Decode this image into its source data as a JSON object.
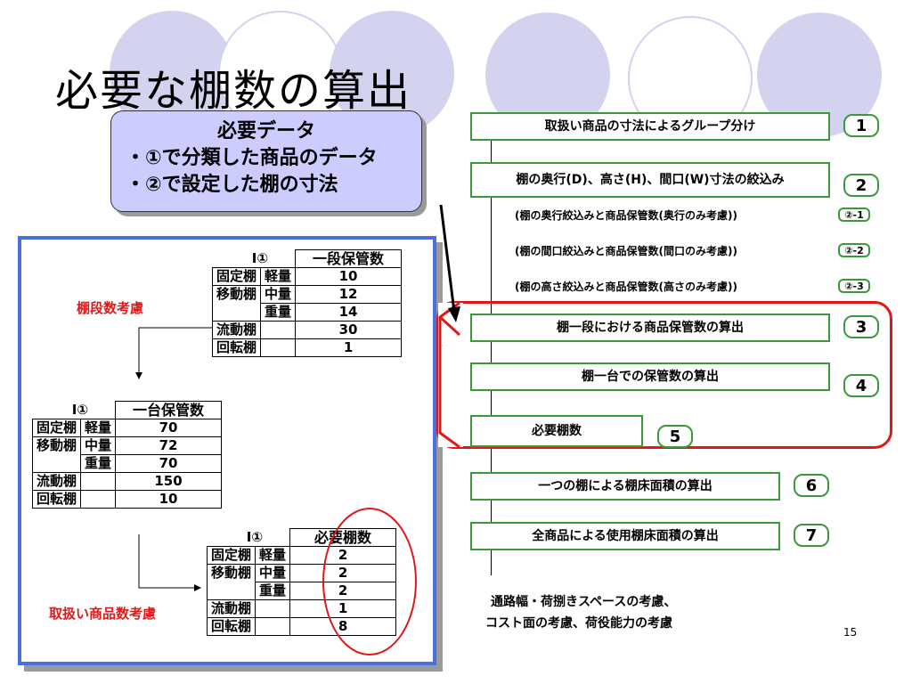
{
  "slide": {
    "title": "必要な棚数の算出",
    "page_number": "15"
  },
  "required_data": {
    "heading": "必要データ",
    "line1": "・①で分類した商品のデータ",
    "line2": "・②で設定した棚の寸法"
  },
  "panel": {
    "label_shelf_levels": "棚段数考慮",
    "label_item_count": "取扱い商品数考慮",
    "table1": {
      "corner": "Ⅰ①",
      "header": "一段保管数",
      "rows": [
        {
          "type": "固定棚",
          "weight": "軽量",
          "value": "10"
        },
        {
          "type": "移動棚",
          "weight": "中量",
          "value": "12"
        },
        {
          "type": "",
          "weight": "重量",
          "value": "14"
        },
        {
          "type": "流動棚",
          "weight": "",
          "value": "30"
        },
        {
          "type": "回転棚",
          "weight": "",
          "value": "1"
        }
      ]
    },
    "table2": {
      "corner": "Ⅰ①",
      "header": "一台保管数",
      "rows": [
        {
          "type": "固定棚",
          "weight": "軽量",
          "value": "70"
        },
        {
          "type": "移動棚",
          "weight": "中量",
          "value": "72"
        },
        {
          "type": "",
          "weight": "重量",
          "value": "70"
        },
        {
          "type": "流動棚",
          "weight": "",
          "value": "150"
        },
        {
          "type": "回転棚",
          "weight": "",
          "value": "10"
        }
      ]
    },
    "table3": {
      "corner": "Ⅰ①",
      "header": "必要棚数",
      "rows": [
        {
          "type": "固定棚",
          "weight": "軽量",
          "value": "2"
        },
        {
          "type": "移動棚",
          "weight": "中量",
          "value": "2"
        },
        {
          "type": "",
          "weight": "重量",
          "value": "2"
        },
        {
          "type": "流動棚",
          "weight": "",
          "value": "1"
        },
        {
          "type": "回転棚",
          "weight": "",
          "value": "8"
        }
      ]
    }
  },
  "flow": {
    "step1": {
      "label": "取扱い商品の寸法によるグループ分け",
      "num": "1"
    },
    "step2": {
      "label": "棚の奥行(D)、高さ(H)、間口(W)寸法の絞込み",
      "num": "2"
    },
    "sub1": {
      "label": "(棚の奥行絞込みと商品保管数(奥行のみ考慮))",
      "num": "②-1"
    },
    "sub2": {
      "label": "(棚の間口絞込みと商品保管数(間口のみ考慮))",
      "num": "②-2"
    },
    "sub3": {
      "label": "(棚の高さ絞込みと商品保管数(高さのみ考慮))",
      "num": "②-3"
    },
    "step3": {
      "label": "棚一段における商品保管数の算出",
      "num": "3"
    },
    "step4": {
      "label": "棚一台での保管数の算出",
      "num": "4"
    },
    "step5": {
      "label": "必要棚数",
      "num": "5"
    },
    "step6": {
      "label": "一つの棚による棚床面積の算出",
      "num": "6"
    },
    "step7": {
      "label": "全商品による使用棚床面積の算出",
      "num": "7"
    },
    "note_line1": "通路幅・荷捌きスペースの考慮、",
    "note_line2": "コスト面の考慮、荷役能力の考慮"
  },
  "colors": {
    "deco_circle": "#d3d3f0",
    "required_box": "#ccccff",
    "panel_border": "#4a70e0",
    "step_border": "#3a9a3a",
    "highlight_red": "#e01818"
  }
}
